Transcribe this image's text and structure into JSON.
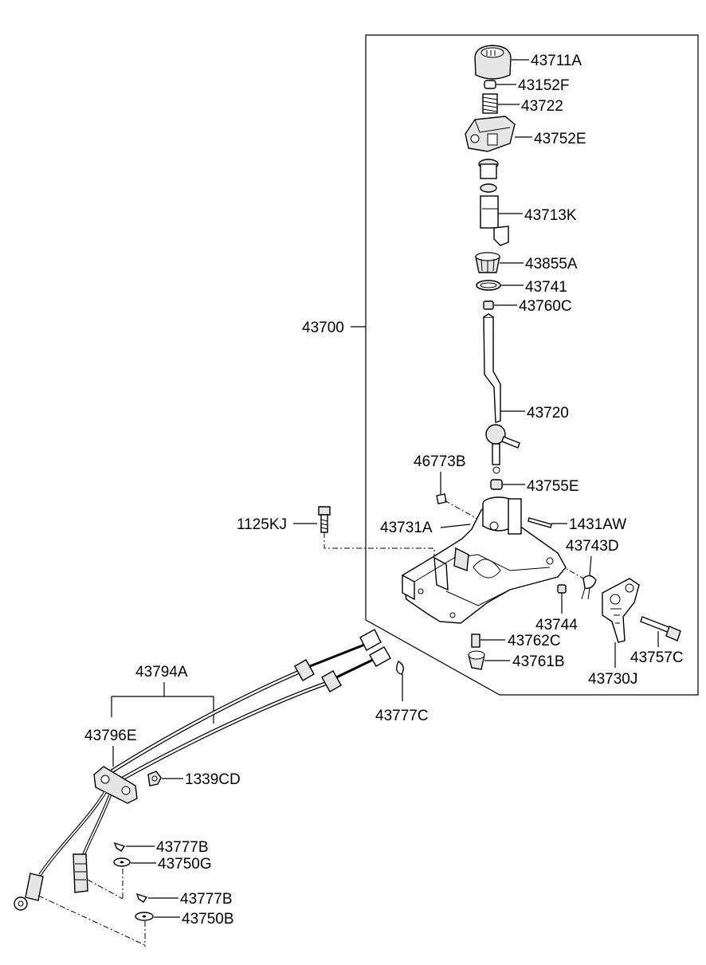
{
  "parts": {
    "p43711A": "43711A",
    "p43152F": "43152F",
    "p43722": "43722",
    "p43752E": "43752E",
    "p43713K": "43713K",
    "p43855A": "43855A",
    "p43741": "43741",
    "p43760C": "43760C",
    "p43700": "43700",
    "p43720": "43720",
    "p46773B": "46773B",
    "p43755E": "43755E",
    "p1125KJ": "1125KJ",
    "p43731A": "43731A",
    "p1431AW": "1431AW",
    "p43743D": "43743D",
    "p43744": "43744",
    "p43762C": "43762C",
    "p43761B": "43761B",
    "p43757C": "43757C",
    "p43730J": "43730J",
    "p43794A": "43794A",
    "p43796E": "43796E",
    "p43777C": "43777C",
    "p1339CD": "1339CD",
    "p43777B_1": "43777B",
    "p43750G": "43750G",
    "p43777B_2": "43777B",
    "p43750B": "43750B"
  }
}
